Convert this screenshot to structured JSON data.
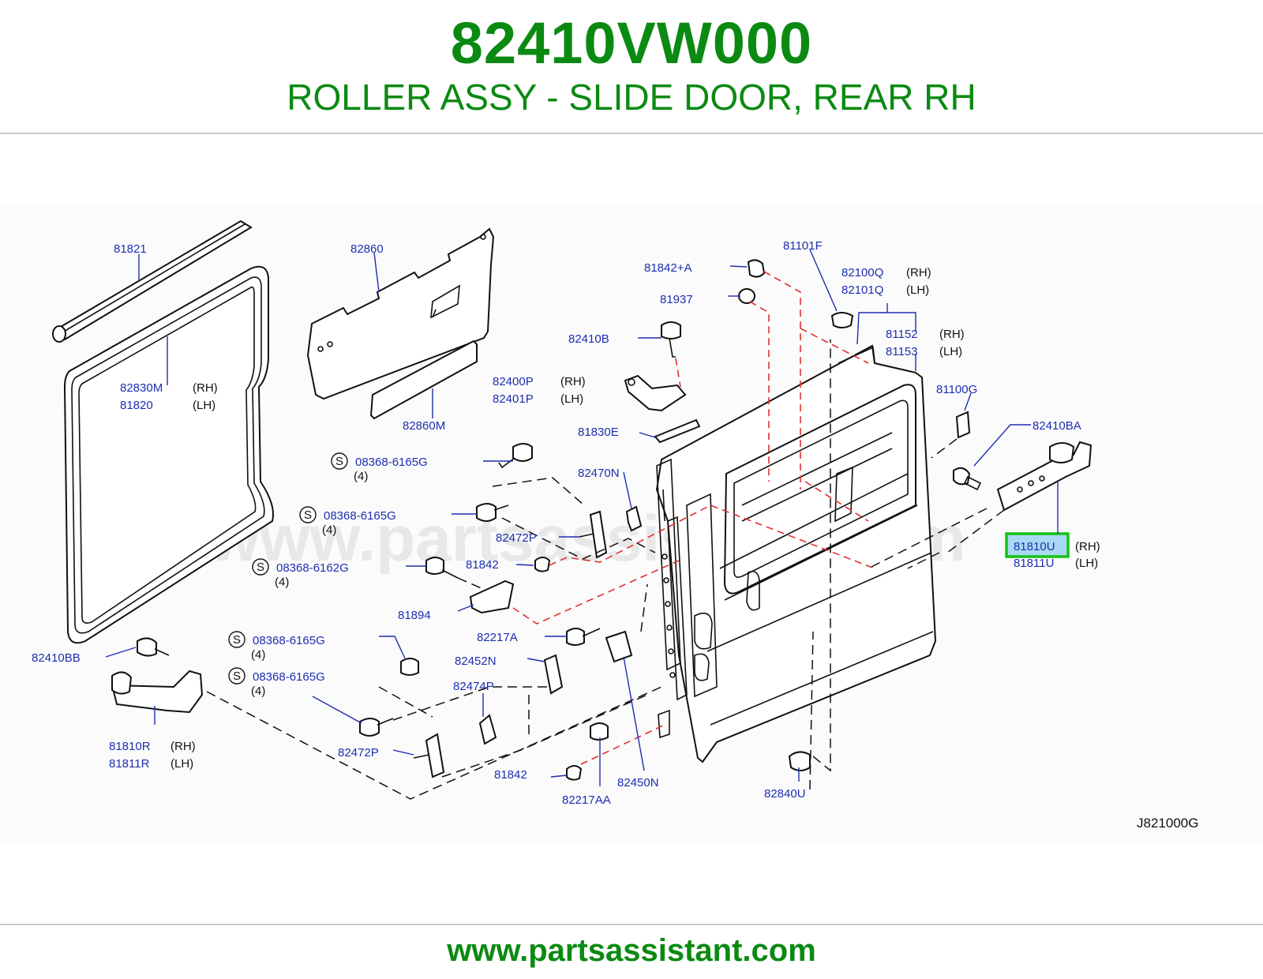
{
  "header": {
    "part_number": "82410VW000",
    "description": "ROLLER ASSY - SLIDE DOOR, REAR RH"
  },
  "footer": {
    "url": "www.partsassistant.com"
  },
  "watermark": "www.partsassistant.com",
  "diagram_code": "J821000G",
  "colors": {
    "brand_green": "#0b8a12",
    "label_blue": "#1d2eb0",
    "highlight": "#13c313",
    "ref_line_red": "#e23030"
  },
  "labels": {
    "p81821": "81821",
    "p82860": "82860",
    "p82830M": "82830M",
    "p82830M_side": "(RH)",
    "p81820": "81820",
    "p81820_side": "(LH)",
    "p82860M": "82860M",
    "p81842A": "81842+A",
    "p81937": "81937",
    "p81101F": "81101F",
    "p82100Q": "82100Q",
    "p82100Q_side": "(RH)",
    "p82101Q": "82101Q",
    "p82101Q_side": "(LH)",
    "p81152": "81152",
    "p81152_side": "(RH)",
    "p81153": "81153",
    "p81153_side": "(LH)",
    "p82410B": "82410B",
    "p82400P": "82400P",
    "p82400P_side": "(RH)",
    "p82401P": "82401P",
    "p82401P_side": "(LH)",
    "p81100G": "81100G",
    "p82410BA": "82410BA",
    "p81830E": "81830E",
    "p82470N": "82470N",
    "s1": "08368-6165G",
    "s1_qty": "(4)",
    "s2": "08368-6165G",
    "s2_qty": "(4)",
    "s3": "08368-6162G",
    "s3_qty": "(4)",
    "s4": "08368-6165G",
    "s4_qty": "(4)",
    "s5": "08368-6165G",
    "s5_qty": "(4)",
    "s_mark": "S",
    "p82472P_a": "82472P",
    "p81842_a": "81842",
    "p81894": "81894",
    "p81810U": "81810U",
    "p81810U_side": "(RH)",
    "p81811U": "81811U",
    "p81811U_side": "(LH)",
    "p82410BB": "82410BB",
    "p82217A": "82217A",
    "p82452N": "82452N",
    "p82474P": "82474P",
    "p81810R": "81810R",
    "p81810R_side": "(RH)",
    "p81811R": "81811R",
    "p81811R_side": "(LH)",
    "p82472P_b": "82472P",
    "p81842_b": "81842",
    "p82217AA": "82217AA",
    "p82450N": "82450N",
    "p82840U": "82840U"
  }
}
